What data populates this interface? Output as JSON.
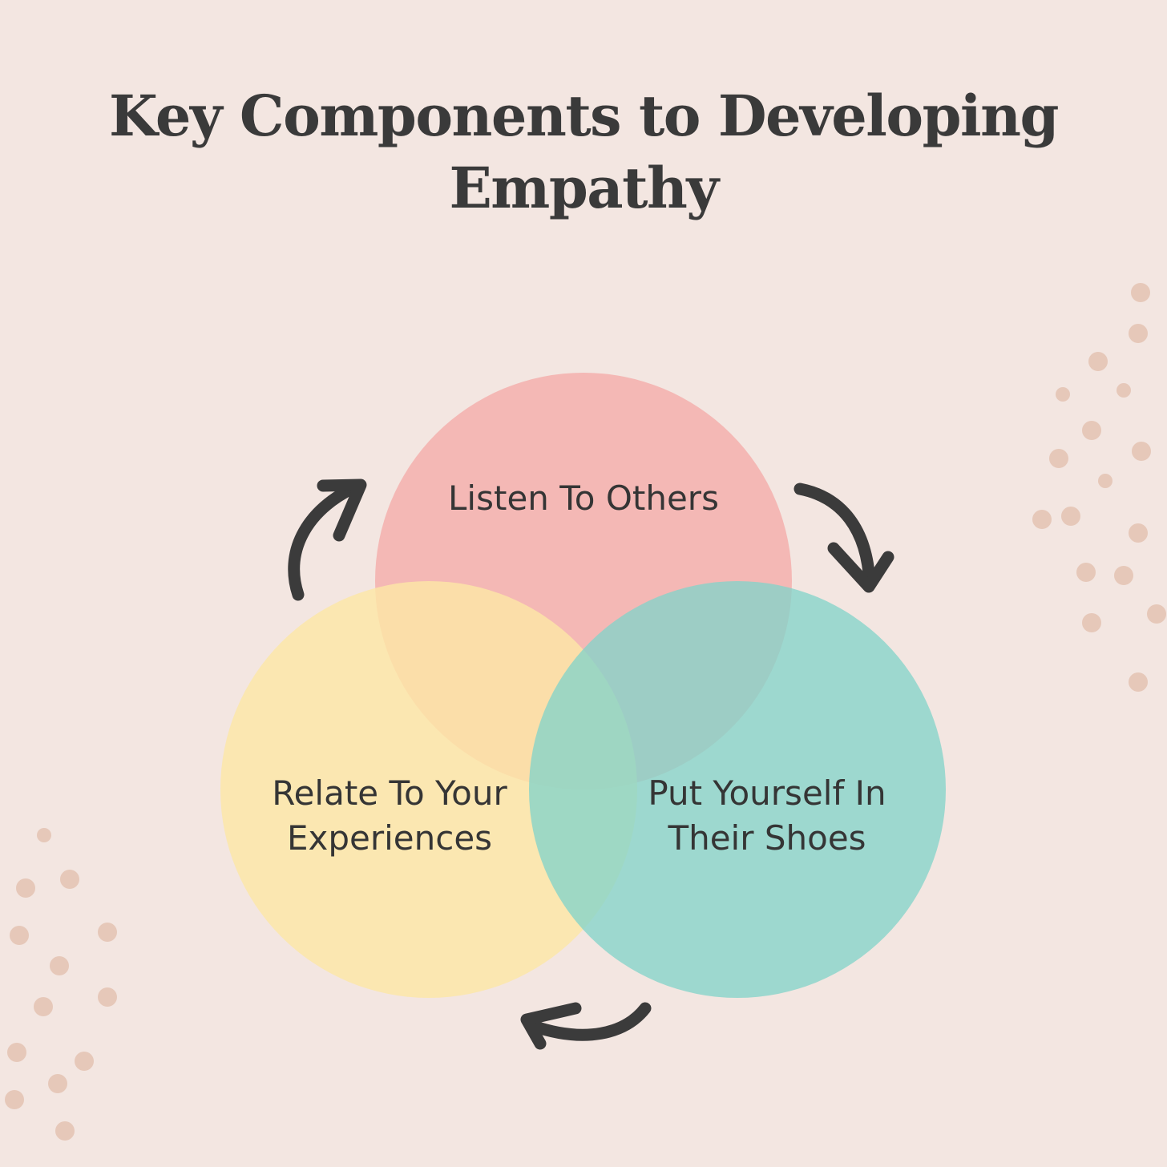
{
  "title": {
    "line1": "Key Components to Developing",
    "line2": "Empathy"
  },
  "circles": [
    {
      "id": "listen",
      "lines": [
        "Listen To Others"
      ],
      "color": "#f4a8a6"
    },
    {
      "id": "relate",
      "lines": [
        "Relate To Your",
        "Experiences"
      ],
      "color": "#fde6a6"
    },
    {
      "id": "shoes",
      "lines": [
        "Put Yourself In",
        "Their Shoes"
      ],
      "color": "#84d3c9"
    }
  ],
  "colors": {
    "background": "#f3e6e1",
    "text": "#3a3a3a",
    "arrow": "#3b3b3b",
    "dots": "#e6c8b9"
  },
  "icons": [
    "cycle-arrow-icon",
    "cycle-arrow-icon",
    "cycle-arrow-icon"
  ]
}
